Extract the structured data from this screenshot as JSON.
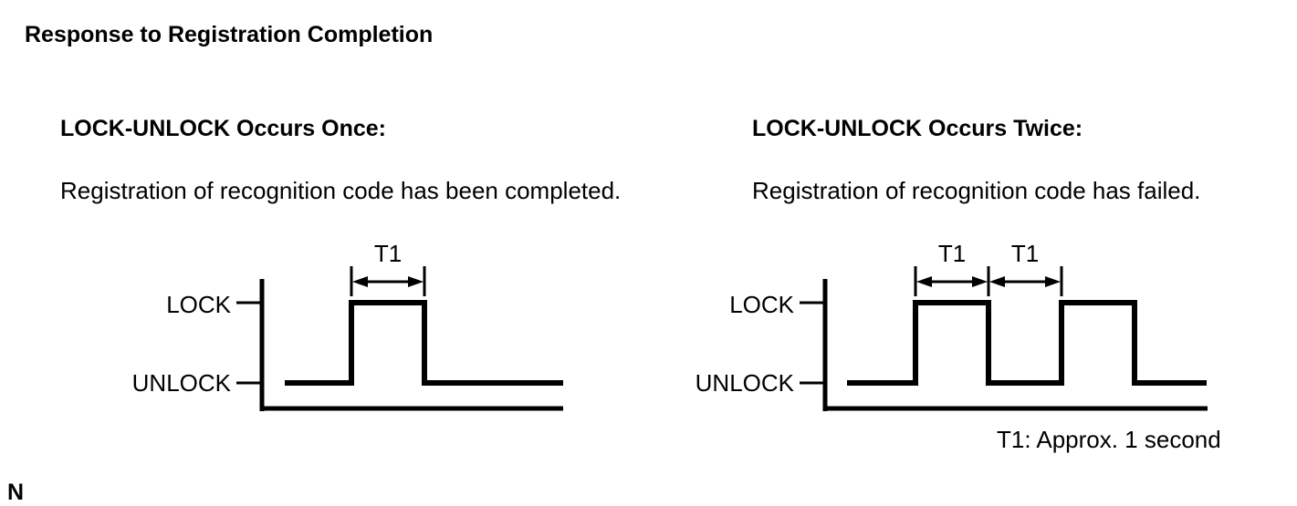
{
  "colors": {
    "ink": "#000000",
    "background": "#ffffff"
  },
  "page": {
    "title": "Response to Registration Completion",
    "footnote": "T1: Approx. 1 second",
    "page_marker": "N"
  },
  "panels": {
    "once": {
      "heading": "LOCK-UNLOCK Occurs Once:",
      "description": "Registration of recognition code has been completed.",
      "lock_label": "LOCK",
      "unlock_label": "UNLOCK",
      "t1_label": "T1"
    },
    "twice": {
      "heading": "LOCK-UNLOCK Occurs Twice:",
      "description": "Registration of recognition code has failed.",
      "lock_label": "LOCK",
      "unlock_label": "UNLOCK",
      "t1_label_1": "T1",
      "t1_label_2": "T1"
    }
  },
  "chart_data": [
    {
      "type": "line",
      "title": "LOCK-UNLOCK Occurs Once",
      "subtitle": "Registration of recognition code has been completed.",
      "y_states": [
        "UNLOCK",
        "LOCK"
      ],
      "sequence": [
        {
          "state": "UNLOCK"
        },
        {
          "state": "LOCK",
          "duration": "T1"
        },
        {
          "state": "UNLOCK"
        }
      ],
      "annotations": [
        "T1 marked with double-headed arrow over single pulse"
      ],
      "legend": "none",
      "grid": false
    },
    {
      "type": "line",
      "title": "LOCK-UNLOCK Occurs Twice",
      "subtitle": "Registration of recognition code has failed.",
      "y_states": [
        "UNLOCK",
        "LOCK"
      ],
      "sequence": [
        {
          "state": "UNLOCK"
        },
        {
          "state": "LOCK",
          "duration": "T1"
        },
        {
          "state": "UNLOCK",
          "duration": "T1"
        },
        {
          "state": "LOCK"
        },
        {
          "state": "UNLOCK"
        }
      ],
      "annotations": [
        "T1 and T1 marked with double-headed arrows over first pulse and gap",
        "T1: Approx. 1 second"
      ],
      "legend": "none",
      "grid": false
    }
  ]
}
